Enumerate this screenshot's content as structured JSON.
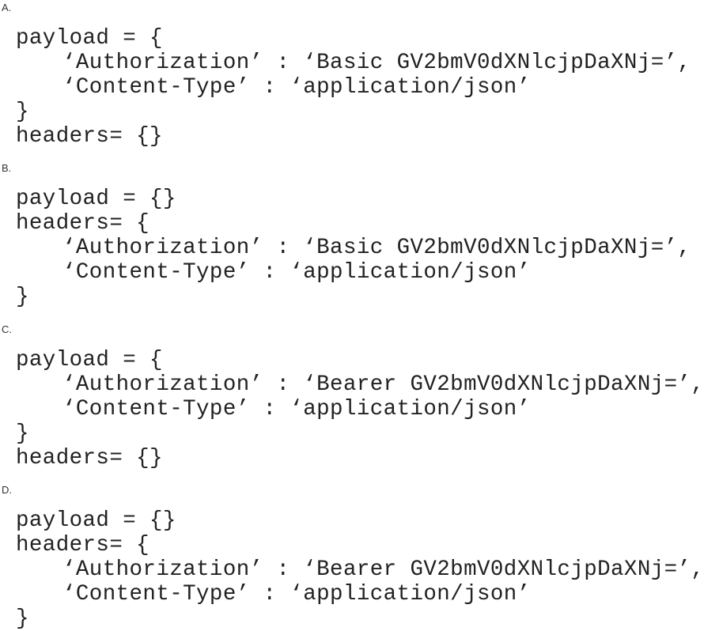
{
  "options": [
    {
      "label": "A.",
      "lines": [
        {
          "text": "payload = {",
          "indent": false
        },
        {
          "text": "‘Authorization’ : ‘Basic GV2bmV0dXNlcjpDaXNj=’,",
          "indent": true
        },
        {
          "text": "‘Content-Type’ : ‘application/json’",
          "indent": true
        },
        {
          "text": "}",
          "indent": false
        },
        {
          "text": "headers= {}",
          "indent": false
        }
      ]
    },
    {
      "label": "B.",
      "lines": [
        {
          "text": "payload = {}",
          "indent": false
        },
        {
          "text": "headers= {",
          "indent": false
        },
        {
          "text": "‘Authorization’ : ‘Basic GV2bmV0dXNlcjpDaXNj=’,",
          "indent": true
        },
        {
          "text": "‘Content-Type’ : ‘application/json’",
          "indent": true
        },
        {
          "text": "}",
          "indent": false
        }
      ]
    },
    {
      "label": "C.",
      "lines": [
        {
          "text": "payload = {",
          "indent": false
        },
        {
          "text": "‘Authorization’ : ‘Bearer GV2bmV0dXNlcjpDaXNj=’,",
          "indent": true
        },
        {
          "text": "‘Content-Type’ : ‘application/json’",
          "indent": true
        },
        {
          "text": "}",
          "indent": false
        },
        {
          "text": "headers= {}",
          "indent": false
        }
      ]
    },
    {
      "label": "D.",
      "lines": [
        {
          "text": "payload = {}",
          "indent": false
        },
        {
          "text": "headers= {",
          "indent": false
        },
        {
          "text": "‘Authorization’ : ‘Bearer GV2bmV0dXNlcjpDaXNj=’,",
          "indent": true
        },
        {
          "text": "‘Content-Type’ : ‘application/json’",
          "indent": true
        },
        {
          "text": "}",
          "indent": false
        }
      ]
    }
  ]
}
